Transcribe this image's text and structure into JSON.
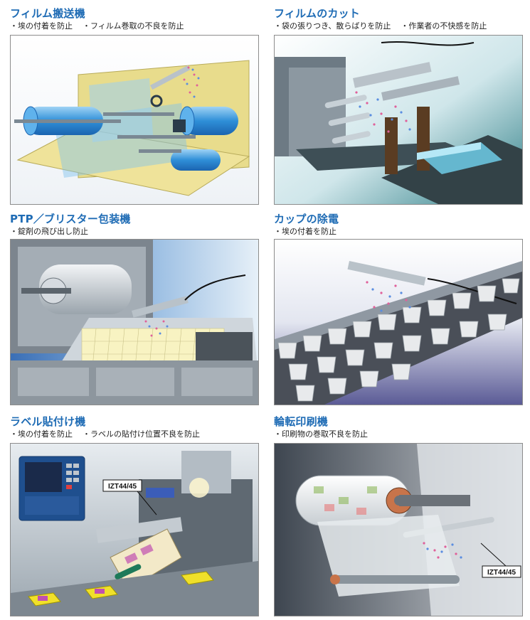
{
  "panels": [
    {
      "title": "フィルム搬送機",
      "subs": [
        "・埃の付着を防止",
        "・フィルム巻取の不良を防止"
      ]
    },
    {
      "title": "フィルムのカット",
      "subs": [
        "・袋の張りつき、散らばりを防止",
        "・作業者の不快感を防止"
      ]
    },
    {
      "title": "PTP／ブリスター包装機",
      "subs": [
        "・錠剤の飛び出し防止"
      ]
    },
    {
      "title": "カップの除電",
      "subs": [
        "・埃の付着を防止"
      ]
    },
    {
      "title": "ラベル貼付け機",
      "subs": [
        "・埃の付着を防止",
        "・ラベルの貼付け位置不良を防止"
      ],
      "callout": "IZT44/45"
    },
    {
      "title": "輪転印刷機",
      "subs": [
        "・印刷物の巻取不良を防止"
      ],
      "callout": "IZT44/45"
    }
  ]
}
